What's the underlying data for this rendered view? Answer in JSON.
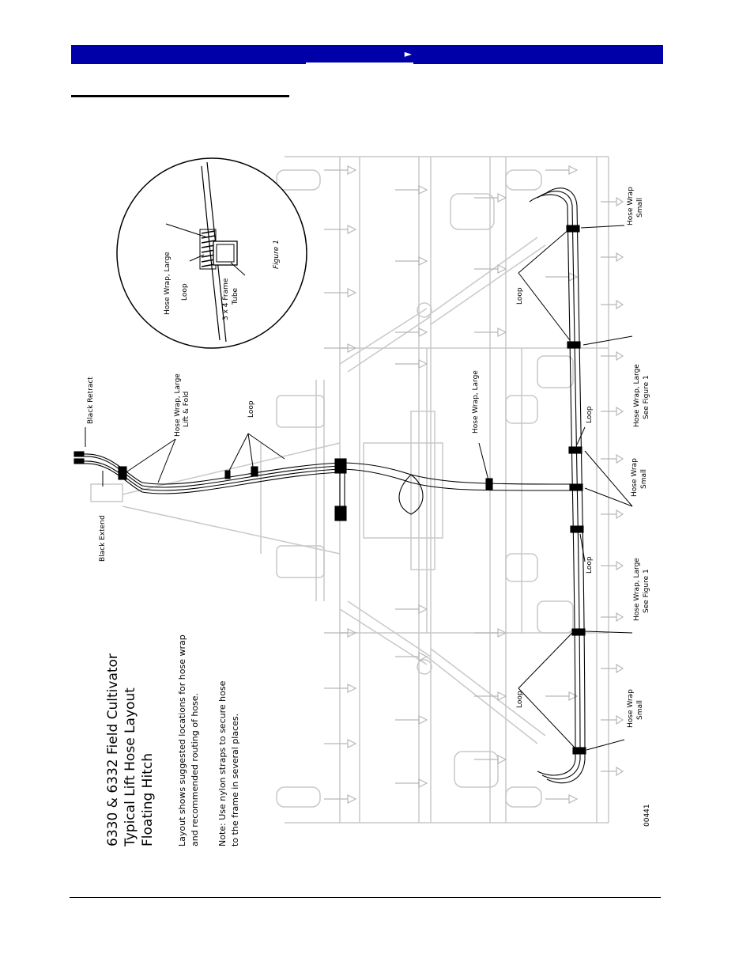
{
  "header": {
    "nav_arrow": "►"
  },
  "figure": {
    "title_lines": [
      "6330 & 6332 Field Cultivator",
      "Typical Lift Hose Layout",
      "Floating Hitch"
    ],
    "notes": [
      "Layout shows suggested locations for hose wrap",
      "and recommended routing of hose.",
      "Note:  Use nylon straps to secure hose",
      "to the frame in several places."
    ],
    "labels": {
      "black_extend": "Black Extend",
      "black_retract": "Black Retract",
      "hose_wrap_large_lift_fold_1": "Hose Wrap, Large",
      "hose_wrap_large_lift_fold_2": "Lift & Fold",
      "loop": "Loop",
      "hose_wrap_large": "Hose Wrap, Large",
      "hose_wrap": "Hose Wrap",
      "small": "Small",
      "hose_wrap_large_comma": "Hose Wrap, Large",
      "see_figure_1": "See Figure 1",
      "frame_tube_1": "3 x 4 Frame",
      "frame_tube_2": "Tube",
      "figure_1": "Figure 1",
      "drawing_number": "00441"
    }
  }
}
